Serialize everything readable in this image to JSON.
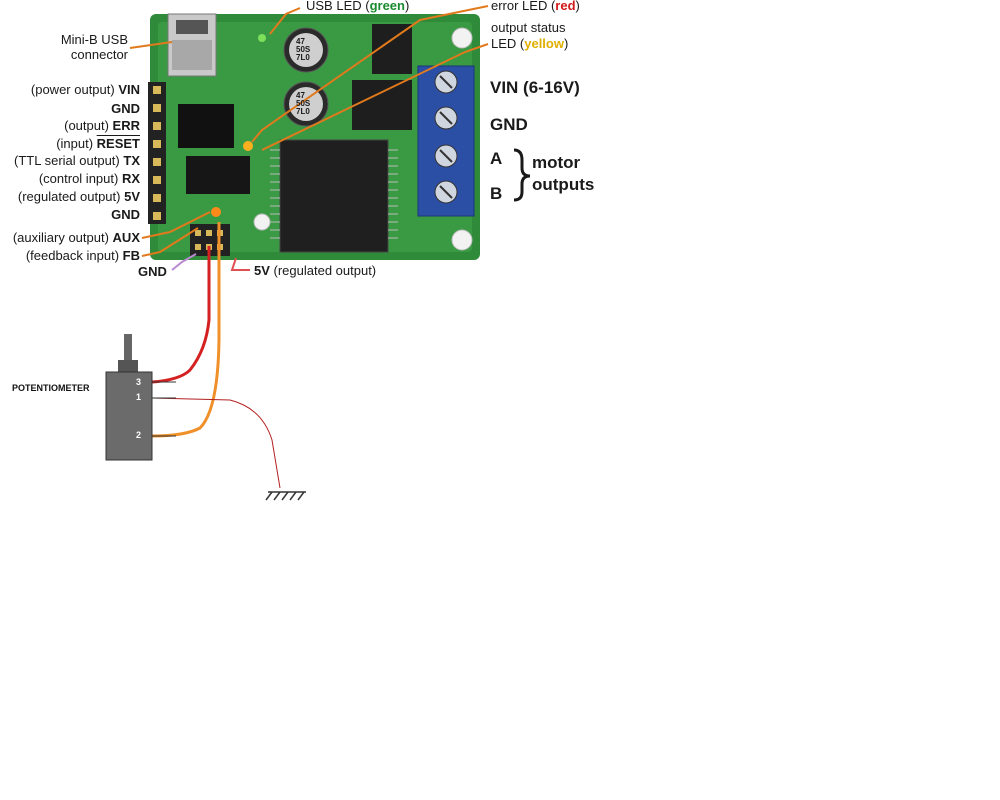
{
  "callouts": {
    "usb_connector": "Mini-B USB\nconnector",
    "usb_led_prefix": "USB LED (",
    "usb_led_color": "green",
    "usb_led_suffix": ")",
    "error_led_prefix": "error LED (",
    "error_led_color": "red",
    "error_led_suffix": ")",
    "status_led_line1": "output status",
    "status_led_prefix": "LED (",
    "status_led_color": "yellow",
    "status_led_suffix": ")"
  },
  "left_pins": [
    {
      "desc": "(power output) ",
      "name": "VIN"
    },
    {
      "desc": "",
      "name": "GND"
    },
    {
      "desc": "(output) ",
      "name": "ERR"
    },
    {
      "desc": "(input) ",
      "name": "RESET"
    },
    {
      "desc": "(TTL serial output) ",
      "name": "TX"
    },
    {
      "desc": "(control input) ",
      "name": "RX"
    },
    {
      "desc": "(regulated output) ",
      "name": "5V"
    },
    {
      "desc": "",
      "name": "GND"
    }
  ],
  "bottom_pins": {
    "aux_desc": "(auxiliary output) ",
    "aux_name": "AUX",
    "fb_desc": "(feedback input) ",
    "fb_name": "FB",
    "gnd": "GND",
    "v5_name": "5V",
    "v5_desc": " (regulated output)"
  },
  "terminal": {
    "vin": "VIN (6-16V)",
    "gnd": "GND",
    "a": "A",
    "b": "B",
    "motor_line1": "motor",
    "motor_line2": "outputs"
  },
  "capacitors": [
    "47\n50S\n7L0",
    "47\n50S\n7L0"
  ],
  "potentiometer": {
    "label": "POTENTIOMETER",
    "pin3": "3",
    "pin1": "1",
    "pin2": "2"
  },
  "colors": {
    "board": "#2f8a3a",
    "terminal": "#2c4fa6",
    "wire_red": "#d42020",
    "wire_orange": "#f0902a",
    "ground_wire": "#b52020",
    "callout": "#e07a1c"
  }
}
